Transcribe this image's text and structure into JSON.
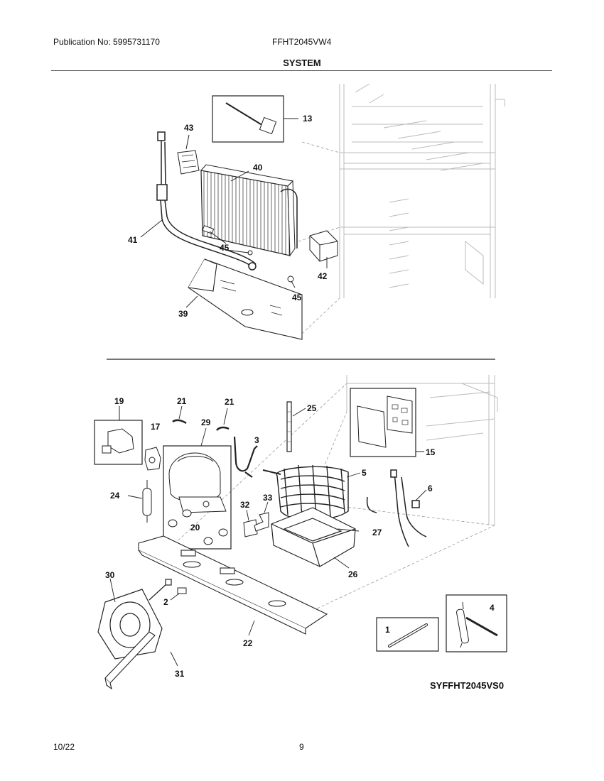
{
  "header": {
    "publication": "Publication No: 5995731170",
    "model": "FFHT2045VW4",
    "section_title": "SYSTEM"
  },
  "callouts": {
    "c13": "13",
    "c43": "43",
    "c40": "40",
    "c41": "41",
    "c45a": "45",
    "c45b": "45",
    "c42": "42",
    "c39": "39",
    "c19": "19",
    "c21a": "21",
    "c21b": "21",
    "c29": "29",
    "c17": "17",
    "c3": "3",
    "c25": "25",
    "c15": "15",
    "c5": "5",
    "c6": "6",
    "c24": "24",
    "c20": "20",
    "c32": "32",
    "c33": "33",
    "c27": "27",
    "c26": "26",
    "c30": "30",
    "c2": "2",
    "c22": "22",
    "c31": "31",
    "c1": "1",
    "c4": "4"
  },
  "diagram_code": "SYFFHT2045VS0",
  "footer": {
    "date": "10/22",
    "page": "9"
  }
}
